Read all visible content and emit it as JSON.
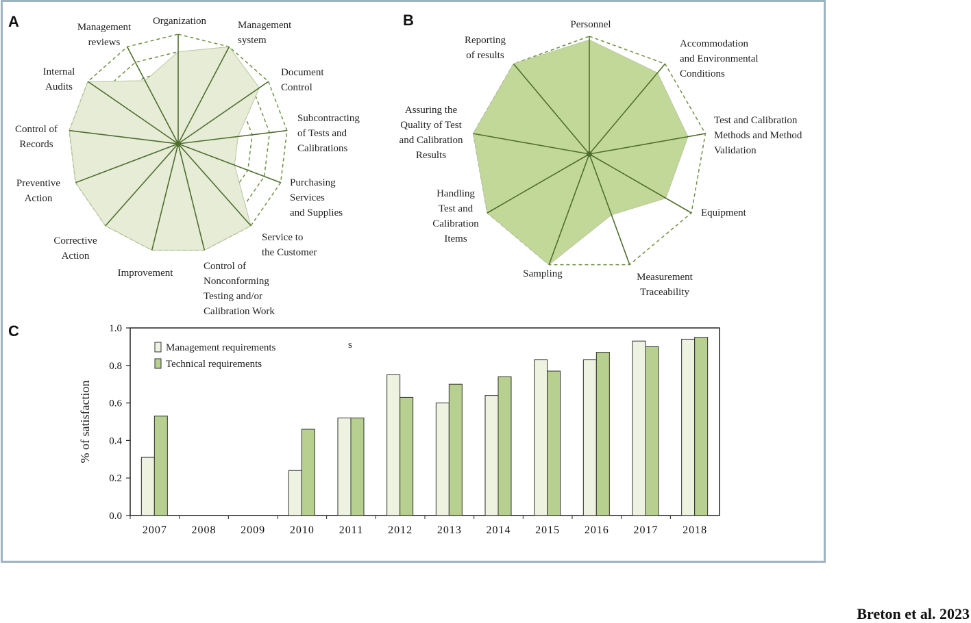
{
  "panels": {
    "a": "A",
    "b": "B",
    "c": "C"
  },
  "credit": "Breton et al. 2023",
  "colors": {
    "management": "#eef2e0",
    "technical": "#b7d08f",
    "radar_a_fill": "#e6ecd6",
    "radar_b_fill": "#c2d898",
    "spoke": "#4f6e2e",
    "grid_dash": "#6f8f3f"
  },
  "chart_data": [
    {
      "type": "radar",
      "panel": "A",
      "axes": [
        {
          "label": [
            "Organization"
          ],
          "value": 0.84
        },
        {
          "label": [
            "Management",
            "system"
          ],
          "value": 1.0
        },
        {
          "label": [
            "Document",
            "Control"
          ],
          "value": 0.9
        },
        {
          "label": [
            "Subcontracting",
            "of Tests and",
            "Calibrations"
          ],
          "value": 0.55
        },
        {
          "label": [
            "Purchasing",
            "Services",
            "and Supplies"
          ],
          "value": 0.55
        },
        {
          "label": [
            "Service to",
            "the Customer"
          ],
          "value": 1.0
        },
        {
          "label": [
            "Control of",
            "Nonconforming",
            "Testing and/or",
            "Calibration Work"
          ],
          "value": 1.0
        },
        {
          "label": [
            "Improvement"
          ],
          "value": 1.0
        },
        {
          "label": [
            "Corrective",
            "Action"
          ],
          "value": 1.0
        },
        {
          "label": [
            "Preventive",
            "Action"
          ],
          "value": 1.0
        },
        {
          "label": [
            "Control of",
            "Records"
          ],
          "value": 1.0
        },
        {
          "label": [
            "Internal",
            "Audits"
          ],
          "value": 1.0
        },
        {
          "label": [
            "Management",
            "reviews"
          ],
          "value": 0.65
        }
      ]
    },
    {
      "type": "radar",
      "panel": "B",
      "axes": [
        {
          "label": [
            "Personnel"
          ],
          "value": 0.97
        },
        {
          "label": [
            "Accommodation",
            "and Environmental",
            "Conditions"
          ],
          "value": 0.9
        },
        {
          "label": [
            "Test and Calibration",
            "Methods and Method",
            "Validation"
          ],
          "value": 0.85
        },
        {
          "label": [
            "Equipment"
          ],
          "value": 0.75
        },
        {
          "label": [
            "Measurement",
            "Traceability"
          ],
          "value": 0.55
        },
        {
          "label": [
            "Sampling"
          ],
          "value": 1.0
        },
        {
          "label": [
            "Handling",
            "Test and",
            "Calibration",
            "Items"
          ],
          "value": 1.0
        },
        {
          "label": [
            "Assuring the",
            "Quality of Test",
            "and Calibration",
            "Results"
          ],
          "value": 1.0
        },
        {
          "label": [
            "Reporting",
            "of results"
          ],
          "value": 1.0
        }
      ]
    },
    {
      "type": "bar",
      "panel": "C",
      "categories": [
        "2007",
        "2008",
        "2009",
        "2010",
        "2011",
        "2012",
        "2013",
        "2014",
        "2015",
        "2016",
        "2017",
        "2018"
      ],
      "series": [
        {
          "name": "Management requirements",
          "values": [
            0.31,
            0,
            0,
            0.24,
            0.52,
            0.75,
            0.6,
            0.64,
            0.83,
            0.83,
            0.93,
            0.94
          ]
        },
        {
          "name": "Technical requirements",
          "values": [
            0.53,
            0,
            0,
            0.46,
            0.52,
            0.63,
            0.7,
            0.74,
            0.77,
            0.87,
            0.9,
            0.95
          ]
        }
      ],
      "ylabel": "% of satisfaction",
      "ylim": [
        0.0,
        1.0
      ],
      "yticks": [
        "0.0",
        "0.2",
        "0.4",
        "0.6",
        "0.8",
        "1.0"
      ],
      "annotation": "s",
      "legend": "top-left"
    }
  ]
}
